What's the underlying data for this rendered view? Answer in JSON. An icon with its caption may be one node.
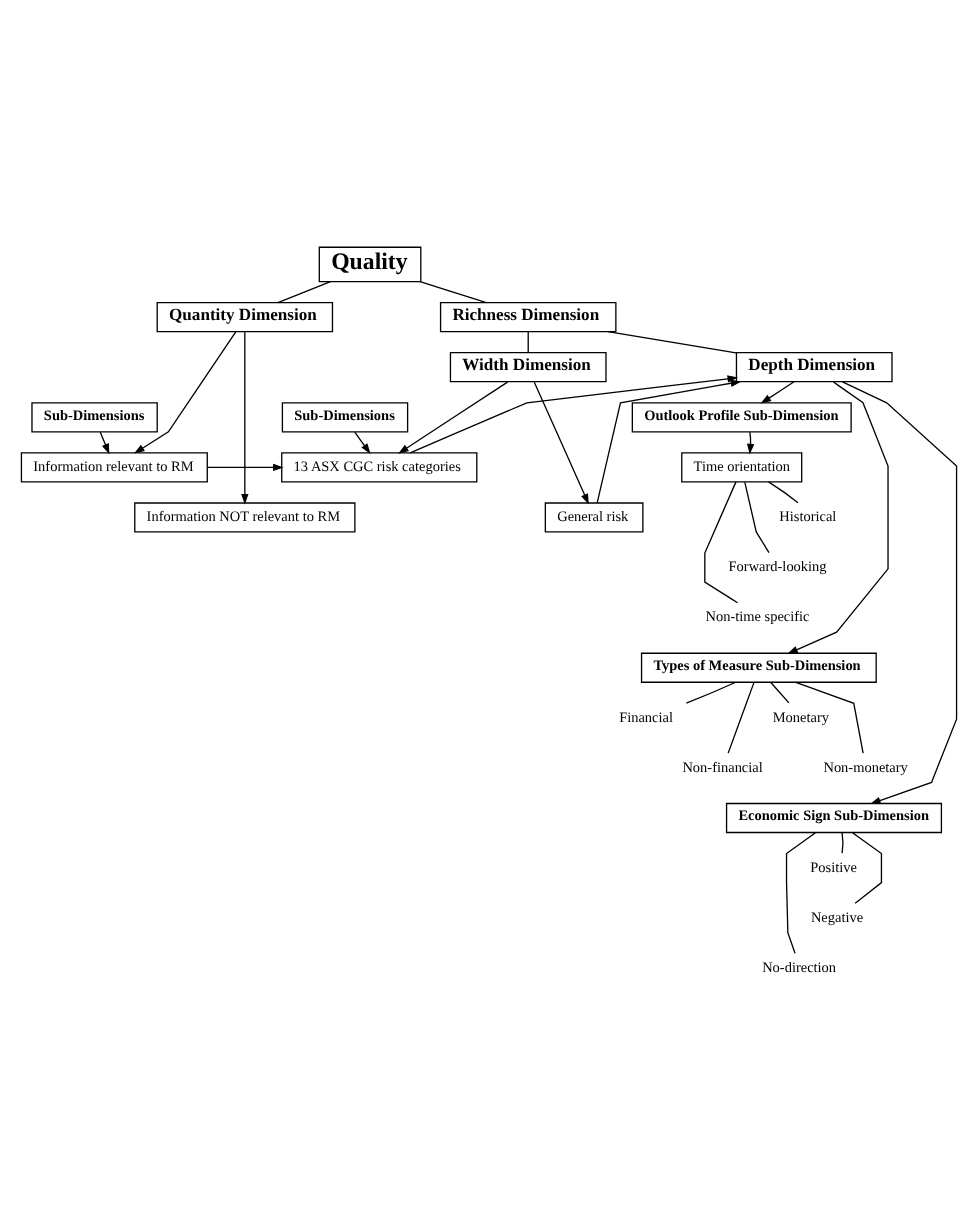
{
  "diagram": {
    "nodes": [
      {
        "text": [
          "Quality"
        ]
      },
      {
        "text": [
          "Quantity Dimension"
        ]
      },
      {
        "text": [
          "Richness Dimension"
        ]
      },
      {
        "text": [
          "Width Dimension"
        ]
      },
      {
        "text": [
          "Depth Dimension"
        ]
      },
      {
        "text": [
          "Sub-Dimensions"
        ]
      },
      {
        "text": [
          "Information relevant to RM"
        ]
      },
      {
        "text": [
          "Information NOT relevant to RM"
        ]
      },
      {
        "text": [
          "Sub-Dimensions"
        ]
      },
      {
        "text": [
          "13 ASX CGC risk categories"
        ]
      },
      {
        "text": [
          "General risk"
        ]
      },
      {
        "text": [
          "Outlook Profile Sub-Dimension"
        ]
      },
      {
        "text": [
          "Time orientation"
        ]
      },
      {
        "text": [
          "Historical"
        ]
      },
      {
        "text": [
          "Forward-looking"
        ]
      },
      {
        "text": [
          "Non-time specific"
        ]
      },
      {
        "text": [
          "Types of Measure Sub-Dimension"
        ]
      },
      {
        "text": [
          "Financial"
        ]
      },
      {
        "text": [
          "Monetary"
        ]
      },
      {
        "text": [
          "Non-financial"
        ]
      },
      {
        "text": [
          "Non-monetary"
        ]
      },
      {
        "text": [
          "Economic Sign Sub-Dimension"
        ]
      },
      {
        "text": [
          "Positive"
        ]
      },
      {
        "text": [
          "Negative"
        ]
      },
      {
        "text": [
          "No-direction"
        ]
      }
    ],
    "edges": [
      {
        "from": 0,
        "to": 1,
        "arrow": "none"
      },
      {
        "from": 0,
        "to": 2,
        "arrow": "none"
      },
      {
        "from": 2,
        "to": 3,
        "arrow": "none"
      },
      {
        "from": 2,
        "to": 4,
        "arrow": "none"
      },
      {
        "from": 1,
        "to": 6,
        "arrow": "to"
      },
      {
        "from": 1,
        "to": 7,
        "arrow": "to"
      },
      {
        "from": 5,
        "to": 6,
        "arrow": "to"
      },
      {
        "from": 6,
        "to": 9,
        "arrow": "to"
      },
      {
        "from": 3,
        "to": 9,
        "arrow": "to"
      },
      {
        "from": 3,
        "to": 10,
        "arrow": "to"
      },
      {
        "from": 8,
        "to": 9,
        "arrow": "to"
      },
      {
        "from": 9,
        "to": 4,
        "arrow": "to"
      },
      {
        "from": 10,
        "to": 4,
        "arrow": "to"
      },
      {
        "from": 4,
        "to": 11,
        "arrow": "to"
      },
      {
        "from": 4,
        "to": 16,
        "arrow": "to"
      },
      {
        "from": 4,
        "to": 21,
        "arrow": "to"
      },
      {
        "from": 11,
        "to": 12,
        "arrow": "to"
      },
      {
        "from": 12,
        "to": 13,
        "arrow": "none"
      },
      {
        "from": 12,
        "to": 14,
        "arrow": "none"
      },
      {
        "from": 12,
        "to": 15,
        "arrow": "none"
      },
      {
        "from": 16,
        "to": 17,
        "arrow": "none"
      },
      {
        "from": 16,
        "to": 18,
        "arrow": "none"
      },
      {
        "from": 16,
        "to": 19,
        "arrow": "none"
      },
      {
        "from": 16,
        "to": 20,
        "arrow": "none"
      },
      {
        "from": 21,
        "to": 22,
        "arrow": "none"
      },
      {
        "from": 21,
        "to": 23,
        "arrow": "none"
      },
      {
        "from": 21,
        "to": 24,
        "arrow": "none"
      }
    ]
  }
}
